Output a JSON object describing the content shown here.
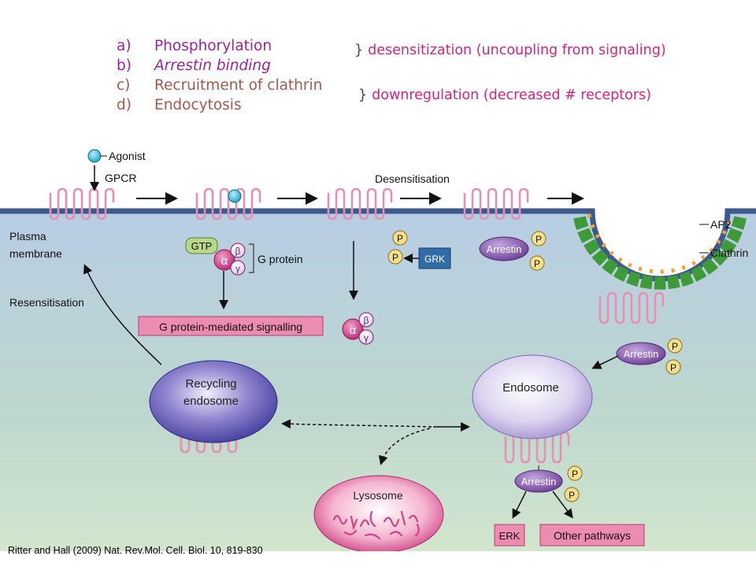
{
  "steps": [
    {
      "letter": "a)",
      "text": "Phosphorylation"
    },
    {
      "letter": "b)",
      "text": "Arrestin binding"
    },
    {
      "letter": "c)",
      "text": "Recruitment of clathrin"
    },
    {
      "letter": "d)",
      "text": "Endocytosis"
    }
  ],
  "notes": {
    "brace": "}",
    "desensitization": "desensitization (uncoupling from signaling)",
    "downregulation": "downregulation (decreased # receptors)"
  },
  "diagram": {
    "agonist": "Agonist",
    "gpcr": "GPCR",
    "plasma_membrane": [
      "Plasma",
      "membrane"
    ],
    "resensitisation": "Resensitisation",
    "desensitisation": "Desensitisation",
    "gtp": "GTP",
    "alpha": "α",
    "beta": "β",
    "gamma": "γ",
    "g_protein": "G protein",
    "g_protein_signalling": "G protein-mediated signalling",
    "grk": "GRK",
    "phosphate": "P",
    "arrestin": "Arrestin",
    "ap2": "AP2",
    "clathrin": "Clathrin",
    "endosome": "Endosome",
    "recycling_endosome": [
      "Recycling",
      "endosome"
    ],
    "lysosome": "Lysosome",
    "erk": "ERK",
    "other_pathways": "Other pathways"
  },
  "citation": "Ritter and Hall (2009) Nat. Rev.Mol. Cell. Biol. 10, 819-830",
  "colors": {
    "membrane": "#3d5a8c",
    "receptor": "#e88fb6",
    "alpha": "#cc2f7c",
    "arrestin": "#7e4ea0",
    "phosphate": "#f4e08a",
    "grk": "#2f6ca8",
    "clathrin": "#3f9a3a",
    "ap2": "#f2a33a",
    "signal_box": "#ec8cb0",
    "note_text": "#d6237a"
  }
}
